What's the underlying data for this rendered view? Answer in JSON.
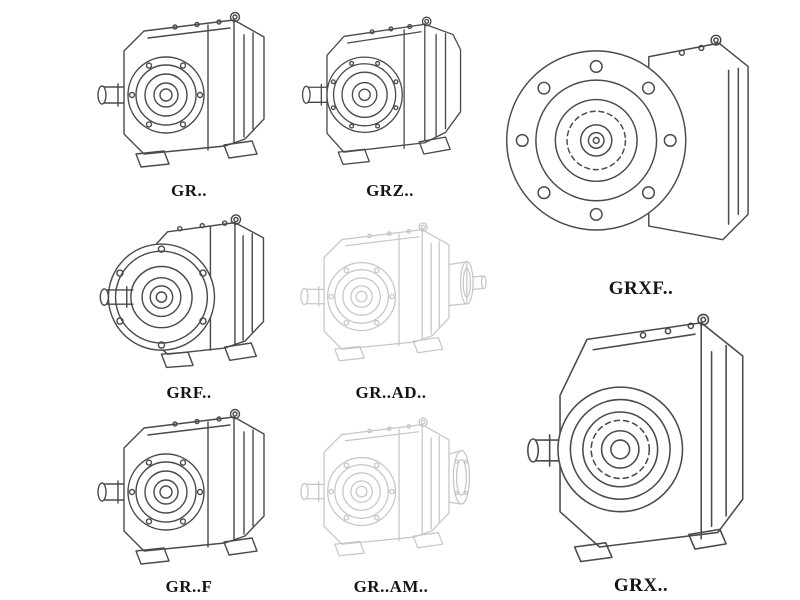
{
  "page": {
    "background": "#ffffff",
    "line_color": "#4a4a4a",
    "faint_line_color": "#c6c6c6",
    "label_color": "#151515"
  },
  "figures": [
    {
      "id": "gr",
      "label": "GR..",
      "style": "solid",
      "drawing": "foot-mounted-helical-gearbox"
    },
    {
      "id": "grz",
      "label": "GRZ..",
      "style": "solid",
      "drawing": "foot-mounted-helical-gearbox-z"
    },
    {
      "id": "grxf",
      "label": "GRXF..",
      "style": "solid",
      "drawing": "flange-mounted-gearbox-front-view"
    },
    {
      "id": "grf",
      "label": "GRF..",
      "style": "solid",
      "drawing": "flange-foot-gearbox"
    },
    {
      "id": "gr_ad",
      "label": "GR..AD..",
      "style": "faint",
      "drawing": "gearbox-with-input-adapter"
    },
    {
      "id": "gr_f",
      "label": "GR..F",
      "style": "solid",
      "drawing": "foot-mounted-helical-gearbox"
    },
    {
      "id": "gr_am",
      "label": "GR..AM..",
      "style": "faint",
      "drawing": "gearbox-with-motor-flange"
    },
    {
      "id": "grx",
      "label": "GRX..",
      "style": "solid",
      "drawing": "large-foot-mounted-gearbox"
    }
  ]
}
